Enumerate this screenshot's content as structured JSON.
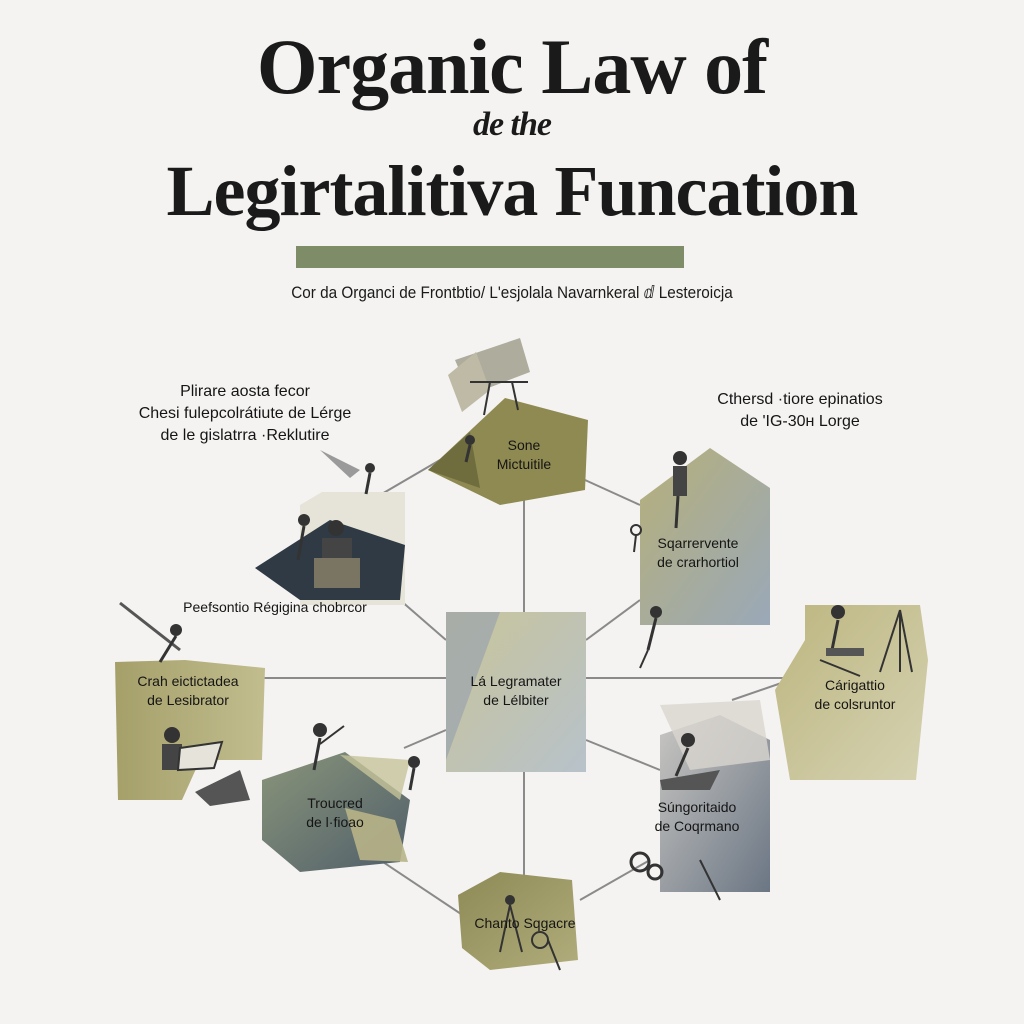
{
  "header": {
    "title_line1": "Organic Law of",
    "title_line2": "de the",
    "title_line3": "Legirtalitiva Funcation",
    "subtitle": "Cor da Organci de Frontbtio/ L'esjolala Navarnkeral ⅆ Lesteroicja"
  },
  "colors": {
    "accent_rule": "#7f8c68",
    "olive": "#8f8a52",
    "olive_light": "#b9b37e",
    "slate": "#6e7a86",
    "blue_gray": "#a9b6c0",
    "dark": "#2f3a44",
    "line": "#8a8a8a"
  },
  "callouts": {
    "top_left": [
      "Plirare aosta fecor",
      "Chesi fulepcolrátiute de Lérge",
      "de le gislatrra ·Reklutire"
    ],
    "top_right": [
      "Cthersd ·tiore epinatios",
      "de 'IG-30ʜ Lorge"
    ],
    "mid_left": "Peefsontio Régigina chobrcor"
  },
  "nodes": {
    "center": [
      "Lá Legramater",
      "de Lélbiter"
    ],
    "top": [
      "Sone",
      "Mictuitile"
    ],
    "upper_right": [
      "Sqarrervente",
      "de crarhortiol"
    ],
    "right": [
      "Cárigattio",
      "de colsruntor"
    ],
    "lower_right": [
      "Súngoritaido",
      "de Coqrmano"
    ],
    "bottom": [
      "Chanto Sqgacre"
    ],
    "lower_left": [
      "Troucred",
      "de l·fioao"
    ],
    "left": [
      "Crah eictictadea",
      "de Lesibrator"
    ]
  },
  "icons": {
    "top": "easel-icon",
    "upper_left": "podium-scene-icon",
    "upper_right": "standing-figure-icon",
    "right": "surveyor-tripod-icon",
    "lower_right": "worker-figure-icon",
    "bottom": "compass-tools-icon",
    "lower_left": "person-pointing-icon",
    "left": "scribe-figure-icon"
  }
}
